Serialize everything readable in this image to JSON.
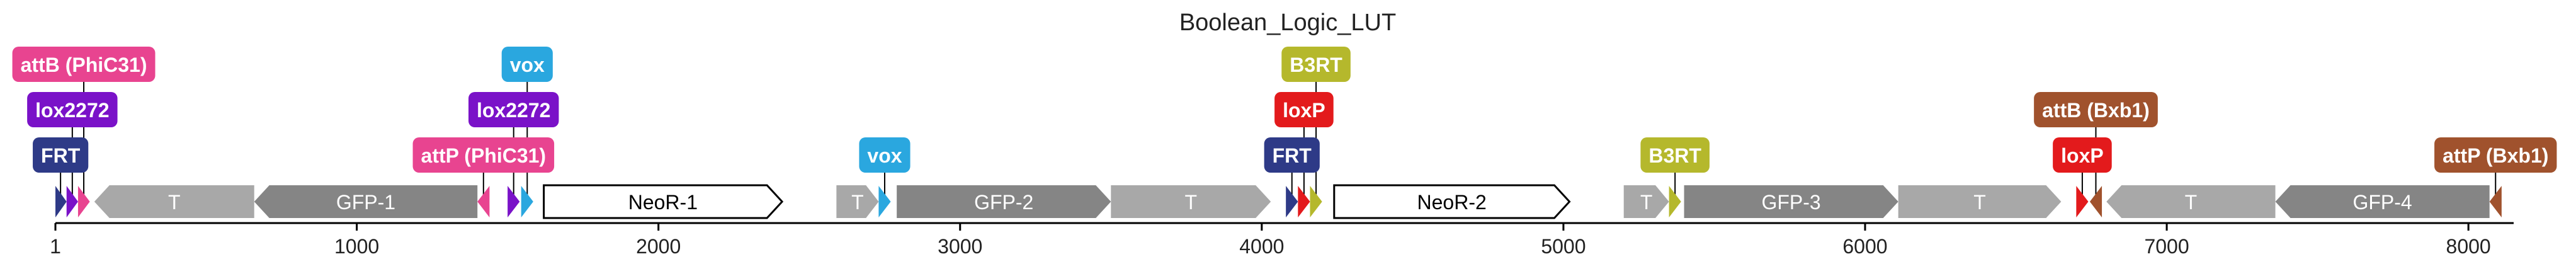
{
  "title": "Boolean_Logic_LUT",
  "axis": {
    "min": 1,
    "max": 8150,
    "ticks": [
      {
        "value": 1,
        "label": "1"
      },
      {
        "value": 1000,
        "label": "1000"
      },
      {
        "value": 2000,
        "label": "2000"
      },
      {
        "value": 3000,
        "label": "3000"
      },
      {
        "value": 4000,
        "label": "4000"
      },
      {
        "value": 5000,
        "label": "5000"
      },
      {
        "value": 6000,
        "label": "6000"
      },
      {
        "value": 7000,
        "label": "7000"
      },
      {
        "value": 8000,
        "label": "8000"
      }
    ]
  },
  "features": [
    {
      "name": "FRT-site-1",
      "start": 1,
      "end": 38,
      "strand": 1,
      "type": "site",
      "color": "#2e3a87"
    },
    {
      "name": "lox2272-site-1",
      "start": 38,
      "end": 76,
      "strand": 1,
      "type": "site",
      "color": "#7a12c8"
    },
    {
      "name": "attB-phic31-site",
      "start": 76,
      "end": 115,
      "strand": 1,
      "type": "site",
      "color": "#e84490"
    },
    {
      "name": "terminator-1",
      "label": "T",
      "start": 130,
      "end": 660,
      "strand": -1,
      "type": "gene",
      "color": "#a8a8a8"
    },
    {
      "name": "gfp-1",
      "label": "GFP-1",
      "start": 660,
      "end": 1400,
      "strand": -1,
      "type": "gene",
      "color": "#858585"
    },
    {
      "name": "attP-phic31-site",
      "start": 1400,
      "end": 1440,
      "strand": -1,
      "type": "site",
      "color": "#e84490"
    },
    {
      "name": "lox2272-site-2",
      "start": 1500,
      "end": 1540,
      "strand": 1,
      "type": "site",
      "color": "#7a12c8"
    },
    {
      "name": "vox-site-1",
      "start": 1545,
      "end": 1585,
      "strand": 1,
      "type": "site",
      "color": "#2aa7df"
    },
    {
      "name": "neor-1",
      "label": "NeoR-1",
      "start": 1620,
      "end": 2410,
      "strand": 1,
      "type": "gene",
      "color": "#ffffff",
      "stroke": "#000000",
      "text_color": "#000000"
    },
    {
      "name": "terminator-2",
      "label": "T",
      "start": 2590,
      "end": 2730,
      "strand": 1,
      "type": "gene",
      "color": "#a8a8a8"
    },
    {
      "name": "vox-site-2",
      "start": 2730,
      "end": 2770,
      "strand": 1,
      "type": "site",
      "color": "#2aa7df"
    },
    {
      "name": "gfp-2",
      "label": "GFP-2",
      "start": 2790,
      "end": 3500,
      "strand": 1,
      "type": "gene",
      "color": "#858585"
    },
    {
      "name": "terminator-3",
      "label": "T",
      "start": 3500,
      "end": 4030,
      "strand": 1,
      "type": "gene",
      "color": "#a8a8a8"
    },
    {
      "name": "FRT-site-2",
      "start": 4080,
      "end": 4120,
      "strand": 1,
      "type": "site",
      "color": "#2e3a87"
    },
    {
      "name": "loxP-site-1",
      "start": 4120,
      "end": 4160,
      "strand": 1,
      "type": "site",
      "color": "#e31a1c"
    },
    {
      "name": "B3RT-site-1",
      "start": 4160,
      "end": 4200,
      "strand": 1,
      "type": "site",
      "color": "#b5b82c"
    },
    {
      "name": "neor-2",
      "label": "NeoR-2",
      "start": 4240,
      "end": 5020,
      "strand": 1,
      "type": "gene",
      "color": "#ffffff",
      "stroke": "#000000",
      "text_color": "#000000"
    },
    {
      "name": "terminator-4",
      "label": "T",
      "start": 5200,
      "end": 5350,
      "strand": 1,
      "type": "gene",
      "color": "#a8a8a8"
    },
    {
      "name": "B3RT-site-2",
      "start": 5350,
      "end": 5390,
      "strand": 1,
      "type": "site",
      "color": "#b5b82c"
    },
    {
      "name": "gfp-3",
      "label": "GFP-3",
      "start": 5400,
      "end": 6110,
      "strand": 1,
      "type": "gene",
      "color": "#858585"
    },
    {
      "name": "terminator-5",
      "label": "T",
      "start": 6110,
      "end": 6650,
      "strand": 1,
      "type": "gene",
      "color": "#a8a8a8"
    },
    {
      "name": "loxP-site-2",
      "start": 6700,
      "end": 6740,
      "strand": 1,
      "type": "site",
      "color": "#e31a1c"
    },
    {
      "name": "attB-bxb1-site",
      "start": 6745,
      "end": 6785,
      "strand": -1,
      "type": "site",
      "color": "#a0522d"
    },
    {
      "name": "terminator-6",
      "label": "T",
      "start": 6800,
      "end": 7360,
      "strand": -1,
      "type": "gene",
      "color": "#a8a8a8"
    },
    {
      "name": "gfp-4",
      "label": "GFP-4",
      "start": 7360,
      "end": 8070,
      "strand": -1,
      "type": "gene",
      "color": "#858585"
    },
    {
      "name": "attP-bxb1-site",
      "start": 8070,
      "end": 8110,
      "strand": -1,
      "type": "site",
      "color": "#a0522d"
    }
  ],
  "badges": [
    {
      "name": "frt-label-1",
      "text": "FRT",
      "at": 18,
      "level": 0,
      "color": "#2e3a87"
    },
    {
      "name": "lox2272-label-1",
      "text": "lox2272",
      "at": 57,
      "level": 1,
      "color": "#7a12c8"
    },
    {
      "name": "attb-phic31-label",
      "text": "attB (PhiC31)",
      "at": 95,
      "level": 2,
      "color": "#e84490"
    },
    {
      "name": "attp-phic31-label",
      "text": "attP (PhiC31)",
      "at": 1420,
      "level": 0,
      "color": "#e84490"
    },
    {
      "name": "lox2272-label-2",
      "text": "lox2272",
      "at": 1520,
      "level": 1,
      "color": "#7a12c8"
    },
    {
      "name": "vox-label-1",
      "text": "vox",
      "at": 1565,
      "level": 2,
      "color": "#2aa7df"
    },
    {
      "name": "vox-label-2",
      "text": "vox",
      "at": 2750,
      "level": 0,
      "color": "#2aa7df"
    },
    {
      "name": "frt-label-2",
      "text": "FRT",
      "at": 4100,
      "level": 0,
      "color": "#2e3a87"
    },
    {
      "name": "loxp-label-1",
      "text": "loxP",
      "at": 4140,
      "level": 1,
      "color": "#e31a1c"
    },
    {
      "name": "b3rt-label-1",
      "text": "B3RT",
      "at": 4180,
      "level": 2,
      "color": "#b5b82c"
    },
    {
      "name": "b3rt-label-2",
      "text": "B3RT",
      "at": 5370,
      "level": 0,
      "color": "#b5b82c"
    },
    {
      "name": "loxp-label-2",
      "text": "loxP",
      "at": 6720,
      "level": 0,
      "color": "#e31a1c"
    },
    {
      "name": "attb-bxb1-label",
      "text": "attB (Bxb1)",
      "at": 6765,
      "level": 1,
      "color": "#a0522d"
    },
    {
      "name": "attp-bxb1-label",
      "text": "attP (Bxb1)",
      "at": 8090,
      "level": 0,
      "color": "#a0522d"
    }
  ]
}
